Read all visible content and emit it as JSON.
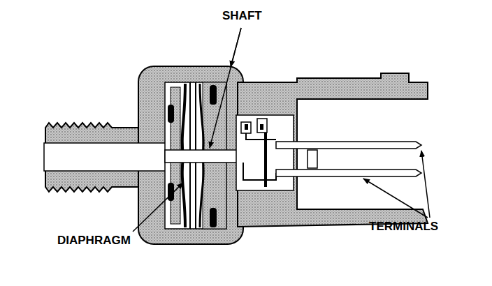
{
  "diagram": {
    "labels": [
      "SHAFT",
      "DIAPHRAGM",
      "TERMINALS"
    ]
  }
}
